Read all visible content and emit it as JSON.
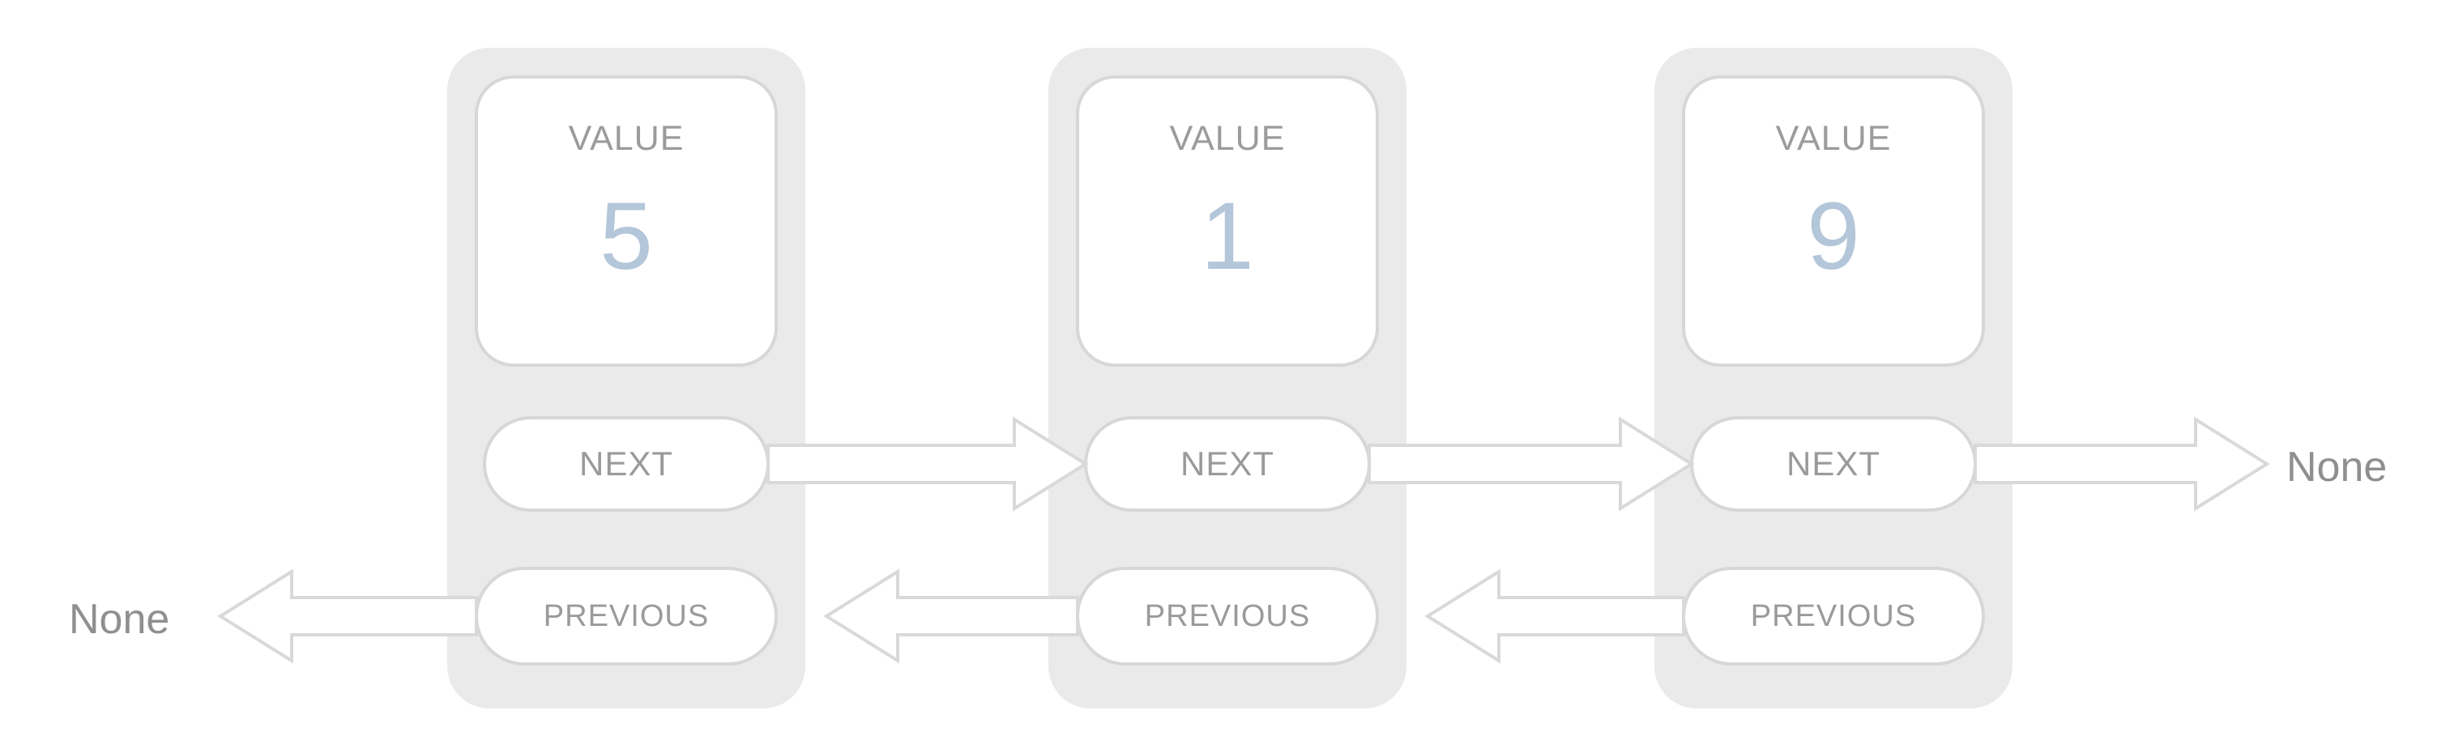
{
  "diagram": {
    "type": "doubly-linked-list",
    "nodes": [
      {
        "value_label": "VALUE",
        "value": "5",
        "next_label": "NEXT",
        "prev_label": "PREVIOUS"
      },
      {
        "value_label": "VALUE",
        "value": "1",
        "next_label": "NEXT",
        "prev_label": "PREVIOUS"
      },
      {
        "value_label": "VALUE",
        "value": "9",
        "next_label": "NEXT",
        "prev_label": "PREVIOUS"
      }
    ],
    "head_previous_target": "None",
    "tail_next_target": "None",
    "colors": {
      "node_background": "#eaeaea",
      "box_background": "#ffffff",
      "box_border": "#d7d7d7",
      "label_text": "#9a9a9a",
      "value_text": "#b4c6d9",
      "arrow_outline": "#d9d9d9",
      "none_text": "#8f8f8f"
    }
  }
}
